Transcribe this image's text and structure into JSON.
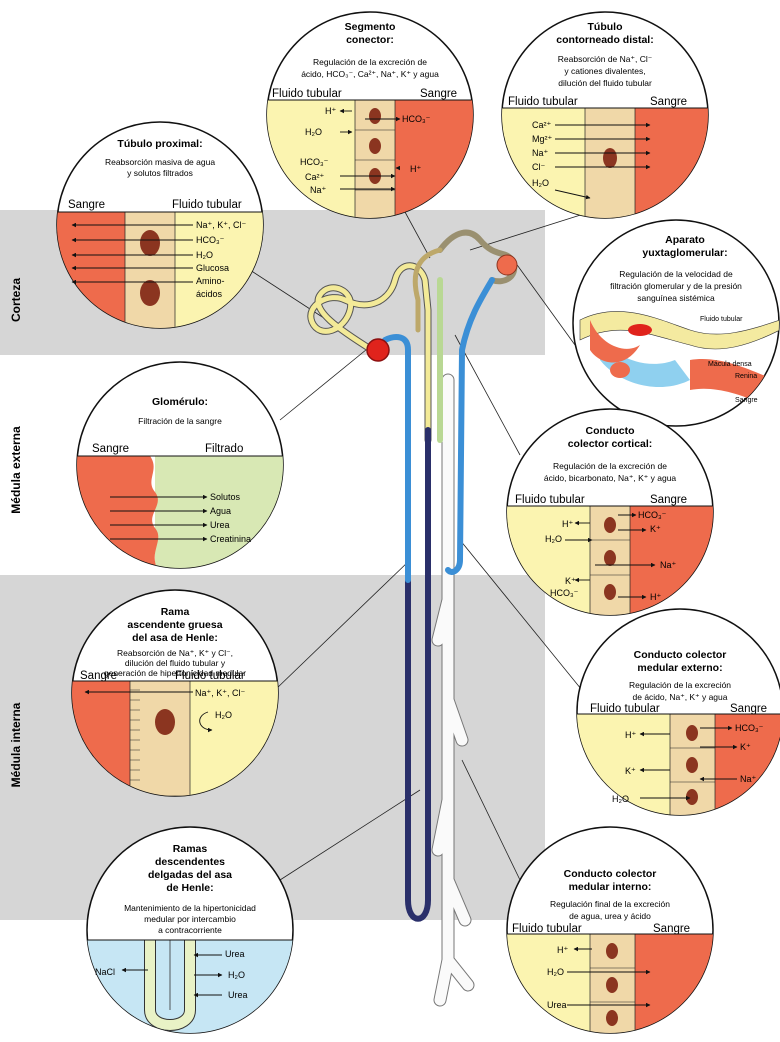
{
  "zones": {
    "cortex": "Corteza",
    "outer_medulla": "Médula externa",
    "inner_medulla": "Médula interna"
  },
  "segments": {
    "connector": {
      "title1": "Segmento",
      "title2": "conector:",
      "desc1": "Regulación de la excreción de",
      "desc2": "ácido, HCO₃⁻, Ca²⁺, Na⁺, K⁺ y agua",
      "left_header": "Fluido tubular",
      "right_header": "Sangre",
      "labels": [
        "H⁺",
        "H₂O",
        "HCO₃⁻",
        "Ca²⁺",
        "Na⁺",
        "HCO₃⁻",
        "H⁺"
      ]
    },
    "distal": {
      "title1": "Túbulo",
      "title2": "contorneado distal:",
      "desc1": "Reabsorción de Na⁺, Cl⁻",
      "desc2": "y cationes divalentes,",
      "desc3": "dilución del fluido tubular",
      "left_header": "Fluido tubular",
      "right_header": "Sangre",
      "labels": [
        "Ca²⁺",
        "Mg²⁺",
        "Na⁺",
        "Cl⁻",
        "H₂O"
      ]
    },
    "proximal": {
      "title": "Túbulo proximal:",
      "desc1": "Reabsorción masiva de agua",
      "desc2": "y solutos filtrados",
      "left_header": "Sangre",
      "right_header": "Fluido tubular",
      "labels": [
        "Na⁺, K⁺, Cl⁻",
        "HCO₃⁻",
        "H₂O",
        "Glucosa",
        "Amino-",
        "ácidos"
      ]
    },
    "juxta": {
      "title1": "Aparato",
      "title2": "yuxtaglomerular:",
      "desc1": "Regulación de la velocidad de",
      "desc2": "filtración glomerular y de la presión",
      "desc3": "sanguínea sistémica",
      "labels": [
        "Fluido tubular",
        "Mácula densa",
        "Renina",
        "Sangre"
      ]
    },
    "glomerulus": {
      "title": "Glomérulo:",
      "desc": "Filtración de la sangre",
      "left_header": "Sangre",
      "right_header": "Filtrado",
      "labels": [
        "Solutos",
        "Agua",
        "Urea",
        "Creatinina"
      ]
    },
    "cortical_collecting": {
      "title1": "Conducto",
      "title2": "colector cortical:",
      "desc1": "Regulación de la excreción de",
      "desc2": "ácido, bicarbonato, Na⁺, K⁺ y agua",
      "left_header": "Fluido tubular",
      "right_header": "Sangre",
      "labels": [
        "H⁺",
        "H₂O",
        "K⁺",
        "HCO₃⁻",
        "HCO₃⁻",
        "K⁺",
        "Na⁺",
        "H⁺"
      ]
    },
    "thick_ascending": {
      "title1": "Rama",
      "title2": "ascendente gruesa",
      "title3": "del asa de Henle:",
      "desc1": "Reabsorción de Na⁺, K⁺ y Cl⁻,",
      "desc2": "dilución del fluido tubular y",
      "desc3": "generación de hipertonicidad medular",
      "left_header": "Sangre",
      "right_header": "Fluido tubular",
      "labels": [
        "Na⁺, K⁺, Cl⁻",
        "H₂O"
      ]
    },
    "outer_medullary_collecting": {
      "title1": "Conducto colector",
      "title2": "medular externo:",
      "desc1": "Regulación de la excreción",
      "desc2": "de ácido, Na⁺, K⁺ y agua",
      "left_header": "Fluido tubular",
      "right_header": "Sangre",
      "labels": [
        "H⁺",
        "K⁺",
        "H₂O",
        "HCO₃⁻",
        "K⁺",
        "Na⁺"
      ]
    },
    "thin_descending": {
      "title1": "Ramas",
      "title2": "descendentes",
      "title3": "delgadas del asa",
      "title4": "de Henle:",
      "desc1": "Mantenimiento de la hipertonicidad",
      "desc2": "medular por intercambio",
      "desc3": "a contracorriente",
      "labels": [
        "NaCl",
        "Urea",
        "H₂O",
        "Urea"
      ]
    },
    "inner_medullary_collecting": {
      "title1": "Conducto colector",
      "title2": "medular interno:",
      "desc1": "Regulación final de la excreción",
      "desc2": "de agua, urea y ácido",
      "left_header": "Fluido tubular",
      "right_header": "Sangre",
      "labels": [
        "H⁺",
        "H₂O",
        "Urea"
      ]
    }
  },
  "colors": {
    "blood": "#ee6b4c",
    "tubular": "#fbf4b0",
    "filtrate": "#d8e8b4",
    "medulla_blue": "#c6e6f4",
    "cell": "#f0d8a8",
    "nucleus": "#8b3520",
    "band": "#d6d6d6",
    "proximal_tube": "#f3ea98",
    "distal_tube": "#9a9070",
    "collecting": "#3b8fd6",
    "thin_limb": "#2a2f6a"
  }
}
